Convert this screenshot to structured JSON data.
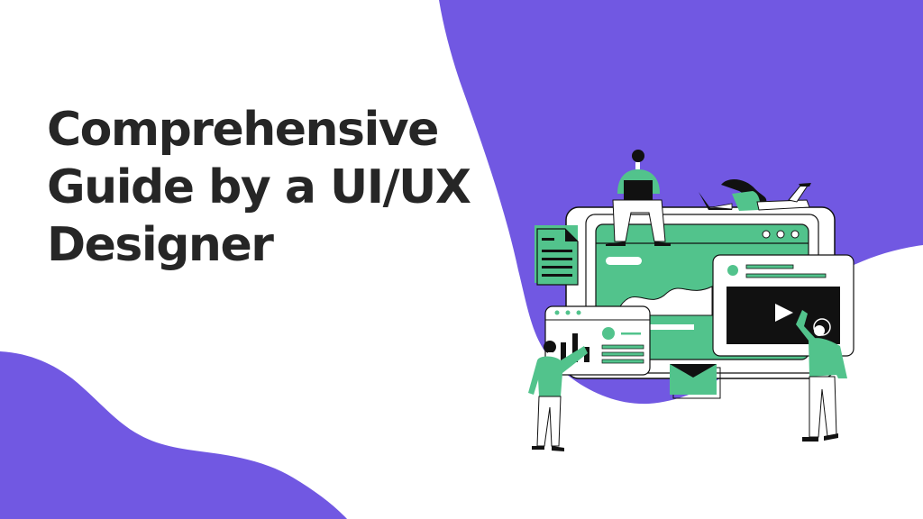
{
  "hero": {
    "title_lines": [
      "Comprehensive",
      "Guide by a UI/UX",
      "Designer"
    ]
  },
  "colors": {
    "purple": "#7158E2",
    "green": "#52C38C",
    "dark": "#262626",
    "black": "#111111",
    "white": "#FFFFFF"
  },
  "illustration": {
    "description": "People working with UI screens: main browser window, document, analytics card, video player card, envelope",
    "icons": [
      "document-icon",
      "browser-window",
      "analytics-card",
      "video-player-card",
      "play-icon",
      "envelope-icon",
      "bar-chart-icon"
    ]
  }
}
